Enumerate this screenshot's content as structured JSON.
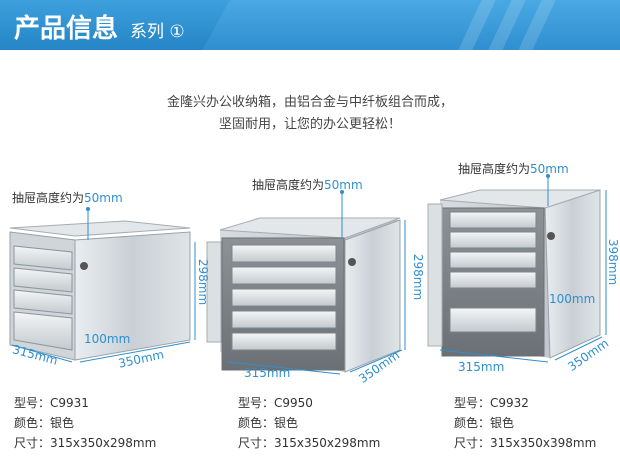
{
  "header": {
    "title": "产品信息",
    "subtitle": "系列 ①",
    "colors": {
      "primary": "#2f8fcf",
      "accent": "#4aa9e3"
    }
  },
  "tagline": {
    "line1": "金隆兴办公收纳箱，由铝合金与中纤板组合而成，",
    "line2": "坚固耐用，让您的办公更轻松！"
  },
  "products": [
    {
      "drawer_label_prefix": "抽屉高度约为",
      "drawer_label_value": "50mm",
      "dims": {
        "depth": "315mm",
        "width": "350mm",
        "height": "",
        "drawer": "100mm"
      },
      "model_label": "型号：",
      "model": "C9931",
      "color_label": "颜色：",
      "color": "银色",
      "size_label": "尺寸：",
      "size": "315x350x298mm"
    },
    {
      "drawer_label_prefix": "抽屉高度约为",
      "drawer_label_value": "50mm",
      "dims": {
        "depth": "315mm",
        "width": "350mm",
        "height": "298mm",
        "height2": "298mm"
      },
      "model_label": "型号：",
      "model": "C9950",
      "color_label": "颜色：",
      "color": "银色",
      "size_label": "尺寸：",
      "size": "315x350x298mm"
    },
    {
      "drawer_label_prefix": "抽屉高度约为",
      "drawer_label_value": "50mm",
      "dims": {
        "depth": "315mm",
        "width": "350mm",
        "height": "398mm",
        "drawer": "100mm"
      },
      "model_label": "型号：",
      "model": "C9932",
      "color_label": "颜色：",
      "color": "银色",
      "size_label": "尺寸：",
      "size": "315x350x398mm"
    }
  ]
}
